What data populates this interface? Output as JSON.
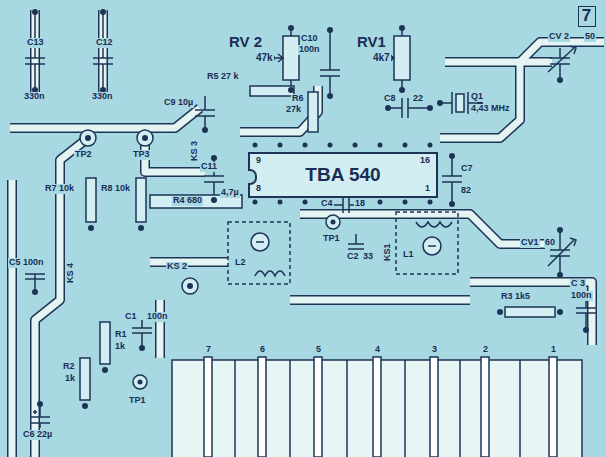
{
  "diagram": {
    "nodes": [
      {
        "text": [
          "7"
        ]
      },
      {
        "text": [
          "TBA 540",
          "9",
          "16",
          "8",
          "1"
        ]
      }
    ],
    "labels": [
      "RV 2",
      "47k",
      "C10",
      "100n",
      "RV1",
      "4k7",
      "CV 2",
      "50",
      "C13",
      "330n",
      "C12",
      "330n",
      "R5 27 k",
      "C9 10µ",
      "R6",
      "27k",
      "C8",
      "22",
      "Q1",
      "4,43 MHz",
      "TP2",
      "TP3",
      "KS 3",
      "C11",
      "4,7µ",
      "C7",
      "82",
      "R7 10k",
      "R8 10k",
      "R4 680",
      "C4",
      "18",
      "TP1",
      "C2",
      "33",
      "KS1",
      "L2",
      "L1",
      "CV1",
      "60",
      "C5 100n",
      "KS 4",
      "KS 2",
      "C1",
      "100n",
      "C 3",
      "100n",
      "R3 1k5",
      "R1",
      "1k",
      "R2",
      "1k",
      "C6 22µ",
      "TP1",
      "7",
      "6",
      "5",
      "4",
      "3",
      "2",
      "1"
    ]
  }
}
